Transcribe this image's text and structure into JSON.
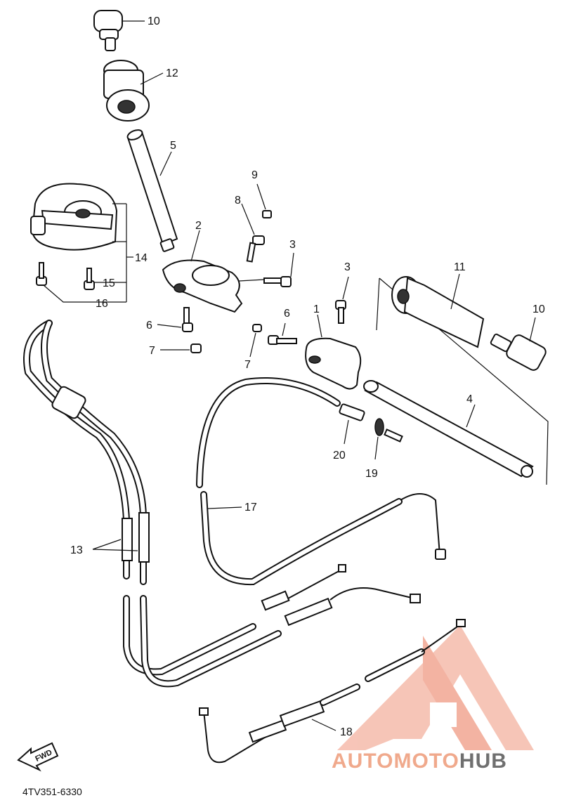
{
  "labels": {
    "l1": "1",
    "l2": "2",
    "l3a": "3",
    "l3b": "3",
    "l4": "4",
    "l5": "5",
    "l6a": "6",
    "l6b": "6",
    "l7a": "7",
    "l7b": "7",
    "l8": "8",
    "l9": "9",
    "l10a": "10",
    "l10b": "10",
    "l11": "11",
    "l12": "12",
    "l13": "13",
    "l14": "14",
    "l15": "15",
    "l16": "16",
    "l17": "17",
    "l18": "18",
    "l19": "19",
    "l20": "20"
  },
  "diagram_code": "4TV351-6330",
  "fwd_label": "FWD",
  "watermark": {
    "part1": "AUTOMOTO",
    "part2": "HUB"
  },
  "colors": {
    "ink": "#111111",
    "watermark_red": "#f0a98c",
    "watermark_gray": "#6f6f6f"
  }
}
